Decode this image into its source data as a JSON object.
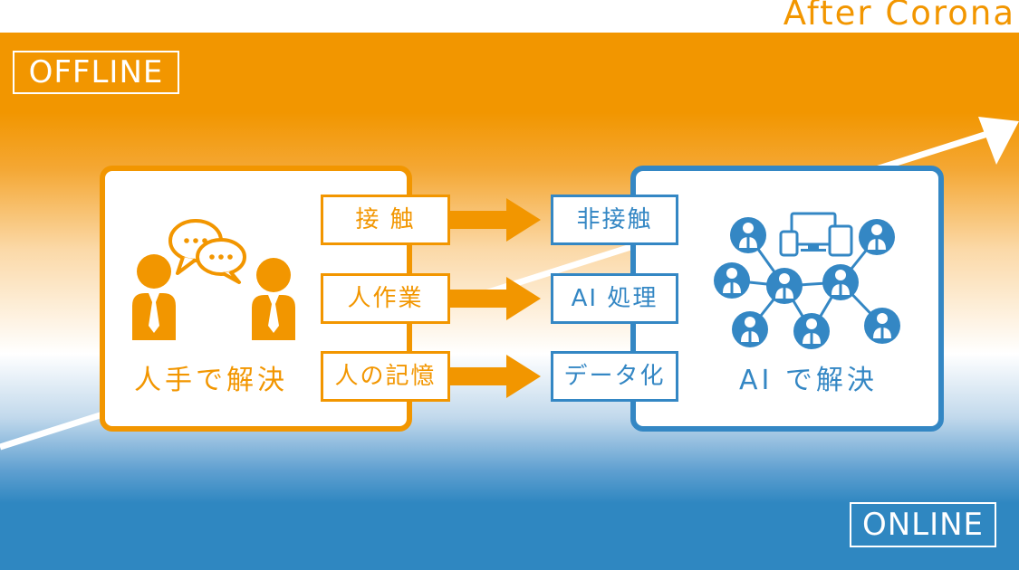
{
  "header": {
    "after_label": "After Corona"
  },
  "tags": {
    "offline": "OFFLINE",
    "online": "ONLINE"
  },
  "left_panel": {
    "label": "人手で解決"
  },
  "right_panel": {
    "label": "AI で解決"
  },
  "pairs": [
    {
      "before": "接 触",
      "after": "非接触"
    },
    {
      "before": "人作業",
      "after": "AI 処理"
    },
    {
      "before": "人の記憶",
      "after": "データ化"
    }
  ],
  "colors": {
    "orange": "#f29600",
    "blue": "#3487c4",
    "white": "#ffffff"
  },
  "icons": [
    "chat-bubbles-icon",
    "businessman-icon",
    "devices-icon",
    "people-network-icon",
    "arrow-right-icon",
    "trend-arrow-icon"
  ]
}
